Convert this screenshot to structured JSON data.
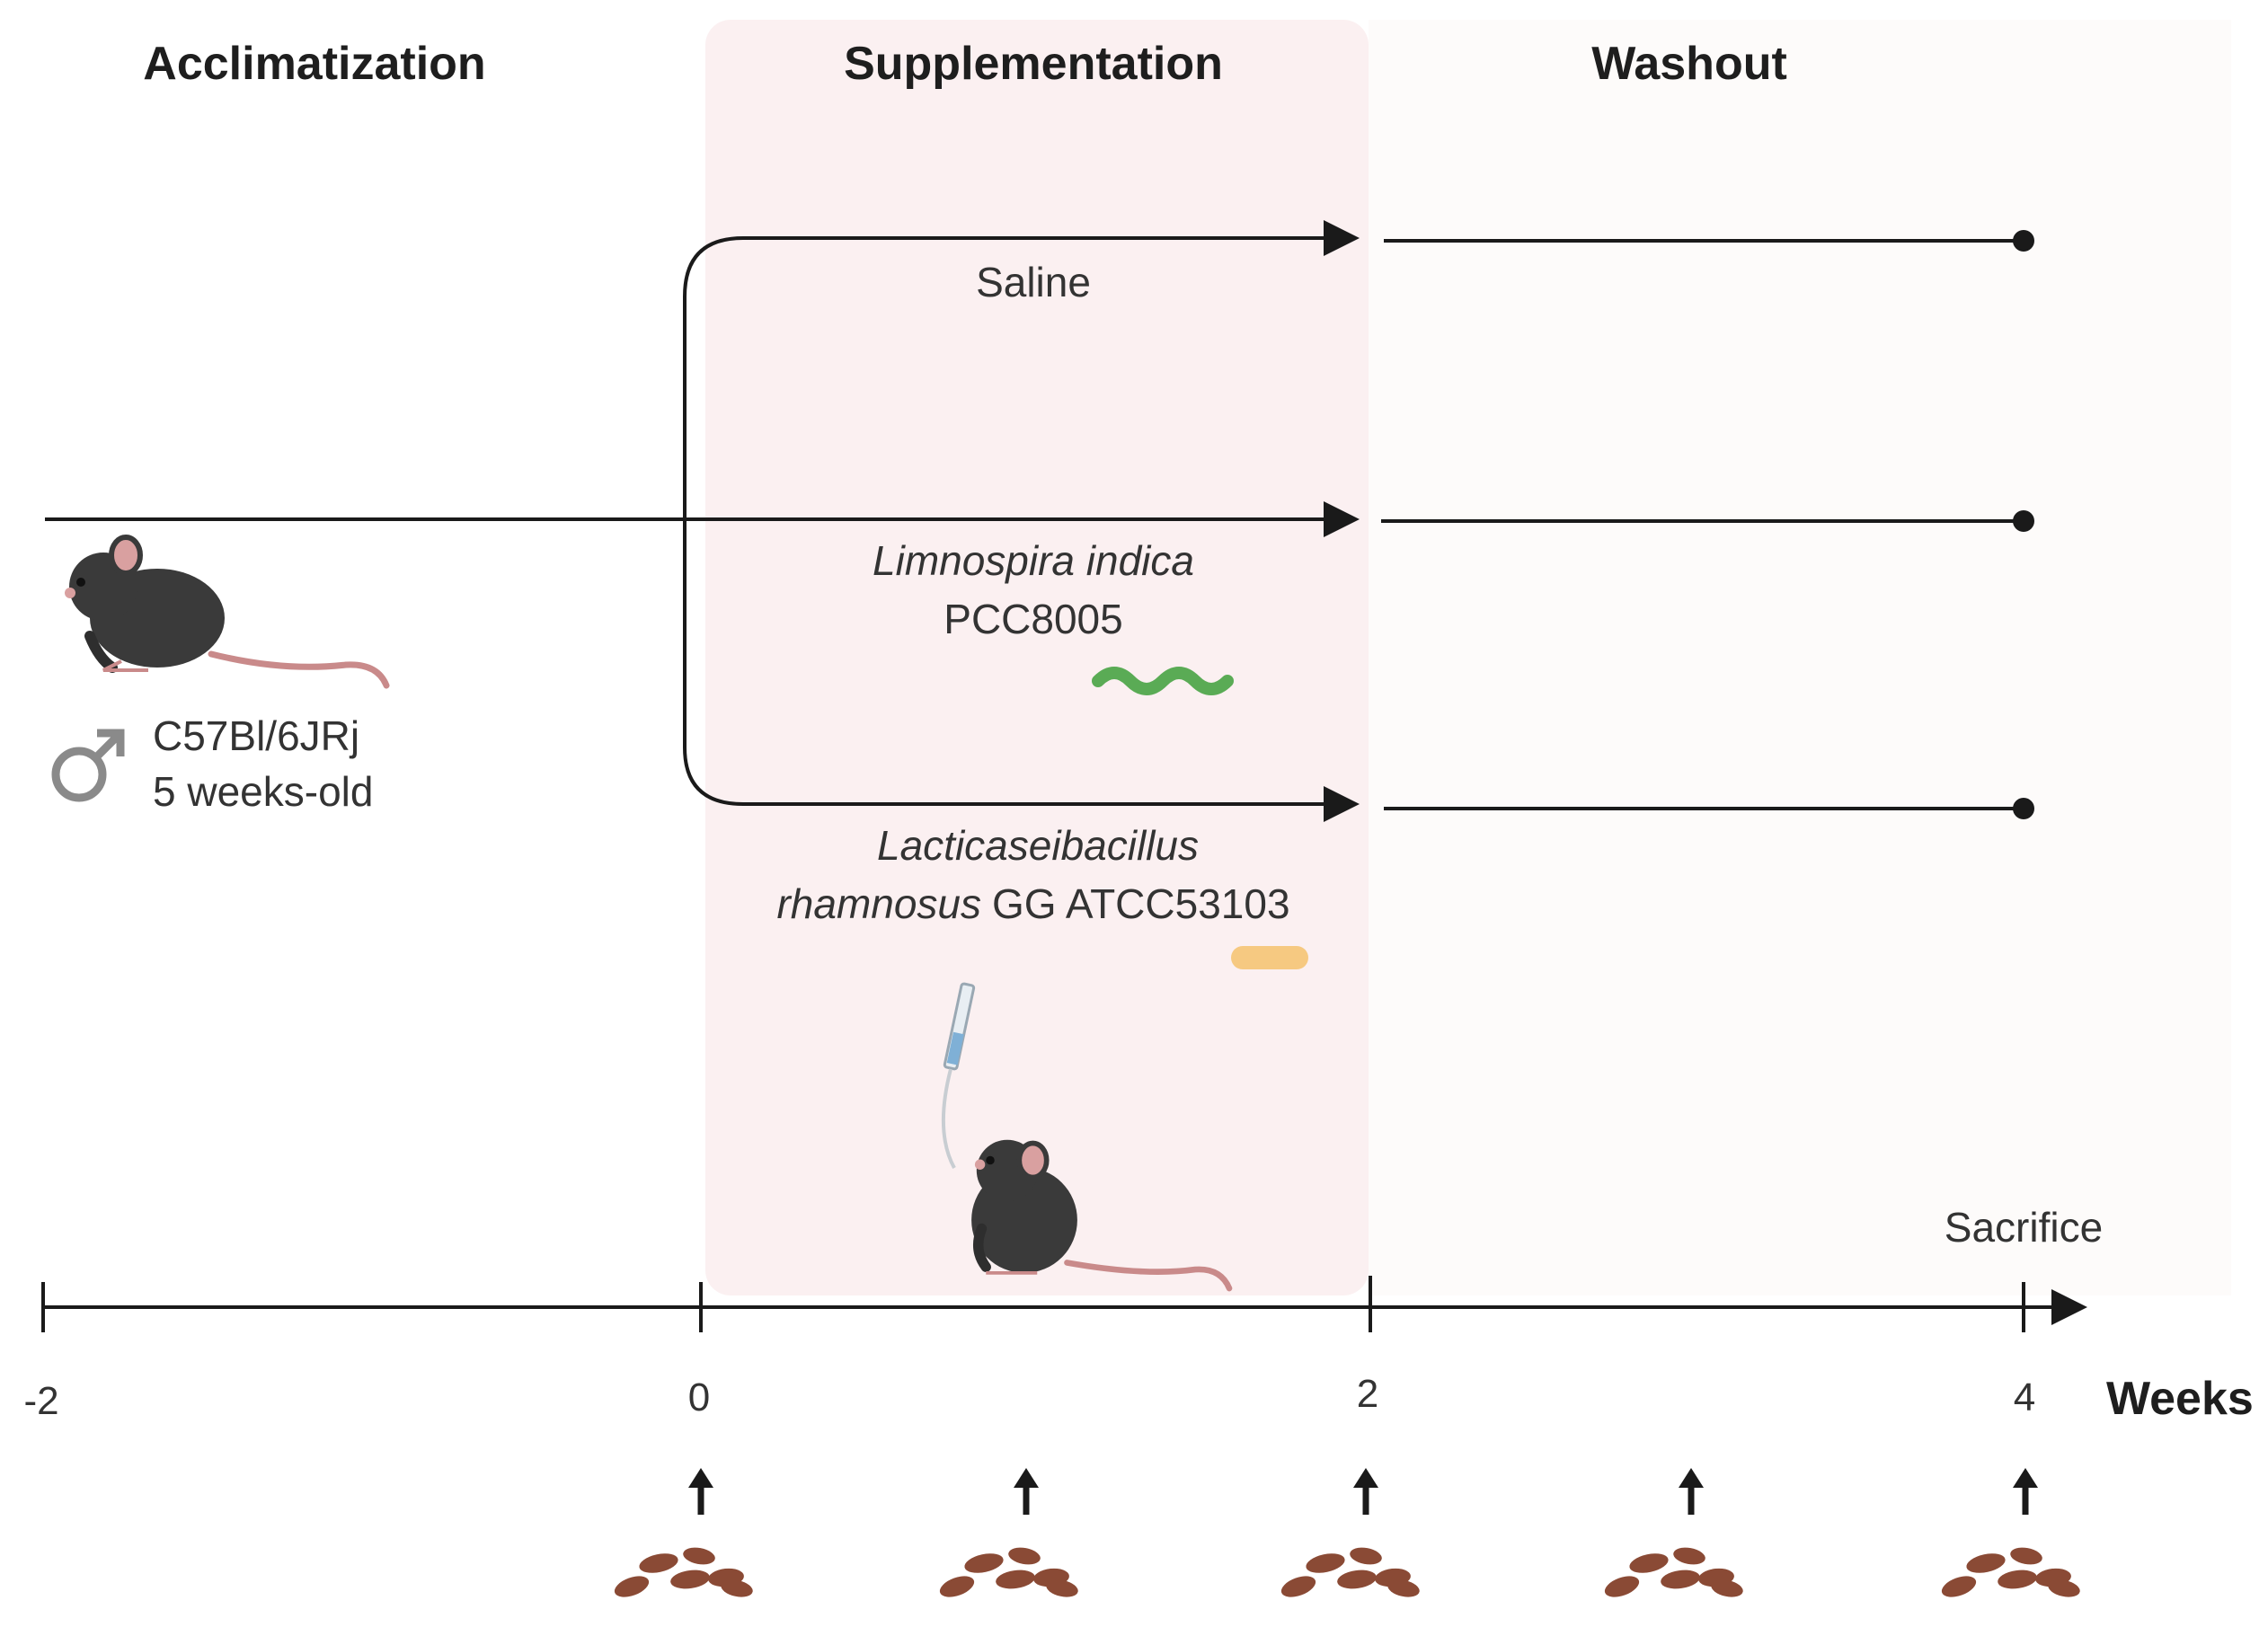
{
  "phases": {
    "acclimatization": "Acclimatization",
    "supplementation": "Supplementation",
    "washout": "Washout"
  },
  "groups": {
    "saline": "Saline",
    "limnospira_species": "Limnospira indica",
    "limnospira_strain": "PCC8005",
    "lacti_genus": "Lacticaseibacillus",
    "lacti_species": "rhamnosus",
    "lacti_strain": "GG ATCC53103"
  },
  "subject": {
    "strain": "C57Bl/6JRj",
    "age": "5 weeks-old",
    "sex_symbol": "♂"
  },
  "timeline": {
    "ticks": [
      "-2",
      "0",
      "2",
      "4"
    ],
    "unit": "Weeks",
    "endpoint_label": "Sacrifice"
  },
  "colors": {
    "supplementation_bg": "#fbf0f1",
    "washout_bg": "#fdfbfa",
    "line": "#1a1a1a",
    "mouse": "#3a3a3a",
    "mouse_ear": "#d9a0a0",
    "tail": "#c98a8a",
    "spirulina": "#5aab55",
    "lacto": "#f6c981",
    "feces": "#8a4a35",
    "sex_symbol": "#8a8a8a"
  },
  "icons": [
    "mouse-icon",
    "male-symbol-icon",
    "spirulina-icon",
    "lactobacillus-icon",
    "gavage-syringe-icon",
    "feces-icon",
    "sampling-arrow-icon"
  ]
}
